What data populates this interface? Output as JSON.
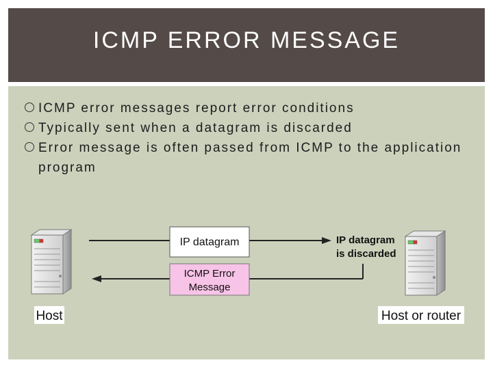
{
  "slide": {
    "title": "ICMP ERROR MESSAGE",
    "bullets": [
      "ICMP error messages report error conditions",
      "Typically sent when a datagram is discarded",
      "Error message is often passed from ICMP to the application program"
    ]
  },
  "diagram": {
    "datagram_box": "IP datagram",
    "error_box_line1": "ICMP Error",
    "error_box_line2": "Message",
    "discard_line1": "IP datagram",
    "discard_line2": "is discarded",
    "host_label": "Host",
    "router_label": "Host or router",
    "colors": {
      "error_box": "#f7c3e6",
      "datagram_box": "#ffffff",
      "server_body": "#d9d9d9"
    }
  }
}
